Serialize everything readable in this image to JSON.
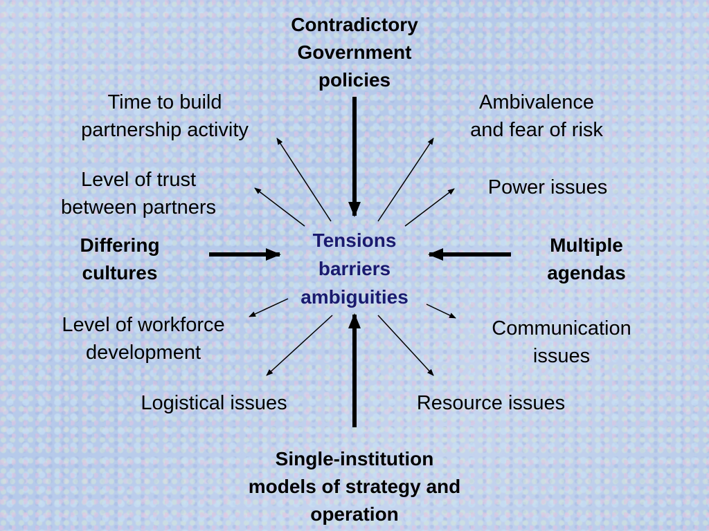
{
  "diagram": {
    "center": "Tensions\nbarriers\nambiguities",
    "top": "Contradictory\nGovernment\npolicies",
    "bottom": "Single-institution\nmodels of strategy and\noperation",
    "left": "Differing\ncultures",
    "right": "Multiple\nagendas",
    "time_to_build": "Time to build\npartnership activity",
    "trust": "Level of trust\nbetween partners",
    "workforce": "Level of workforce\ndevelopment",
    "logistical": "Logistical issues",
    "ambivalence": "Ambivalence\nand fear of risk",
    "power": "Power issues",
    "communication": "Communication\nissues",
    "resource": "Resource issues"
  },
  "colors": {
    "center_text": "#1a1a6e",
    "text": "#000000",
    "arrow": "#000000"
  }
}
